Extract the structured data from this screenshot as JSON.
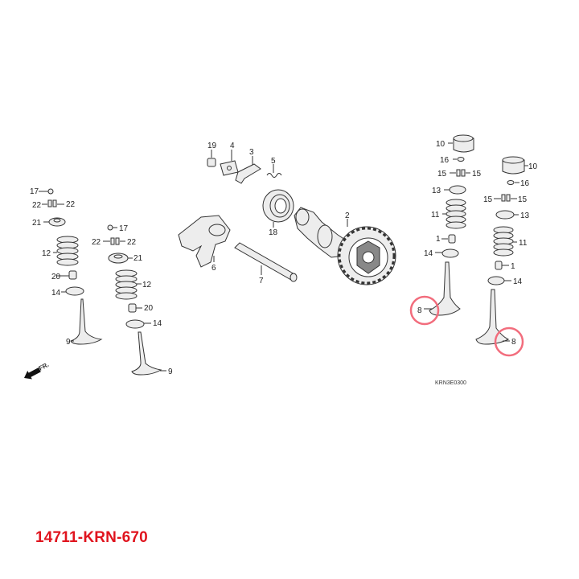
{
  "diagram": {
    "ref_code": "KRN3E0300",
    "direction_label": "FR.",
    "highlight_color": "#f26d7d",
    "part_number_color": "#e0141e",
    "labels": {
      "n1a": "1",
      "n1b": "1",
      "n2": "2",
      "n3": "3",
      "n4": "4",
      "n5": "5",
      "n6": "6",
      "n7": "7",
      "n8a": "8",
      "n8b": "8",
      "n9a": "9",
      "n9b": "9",
      "n10a": "10",
      "n10b": "10",
      "n11a": "11",
      "n11b": "11",
      "n12a": "12",
      "n12b": "12",
      "n13a": "13",
      "n13b": "13",
      "n14a": "14",
      "n14b": "14",
      "n14c": "14",
      "n14d": "14",
      "n15a": "15",
      "n15b": "15",
      "n15c": "15",
      "n15d": "15",
      "n16a": "16",
      "n16b": "16",
      "n17a": "17",
      "n17b": "17",
      "n18": "18",
      "n19": "19",
      "n20a": "20",
      "n20b": "20",
      "n21a": "21",
      "n21b": "21",
      "n22a": "22",
      "n22b": "22",
      "n22c": "22",
      "n22d": "22"
    }
  },
  "part_number": "14711-KRN-670"
}
